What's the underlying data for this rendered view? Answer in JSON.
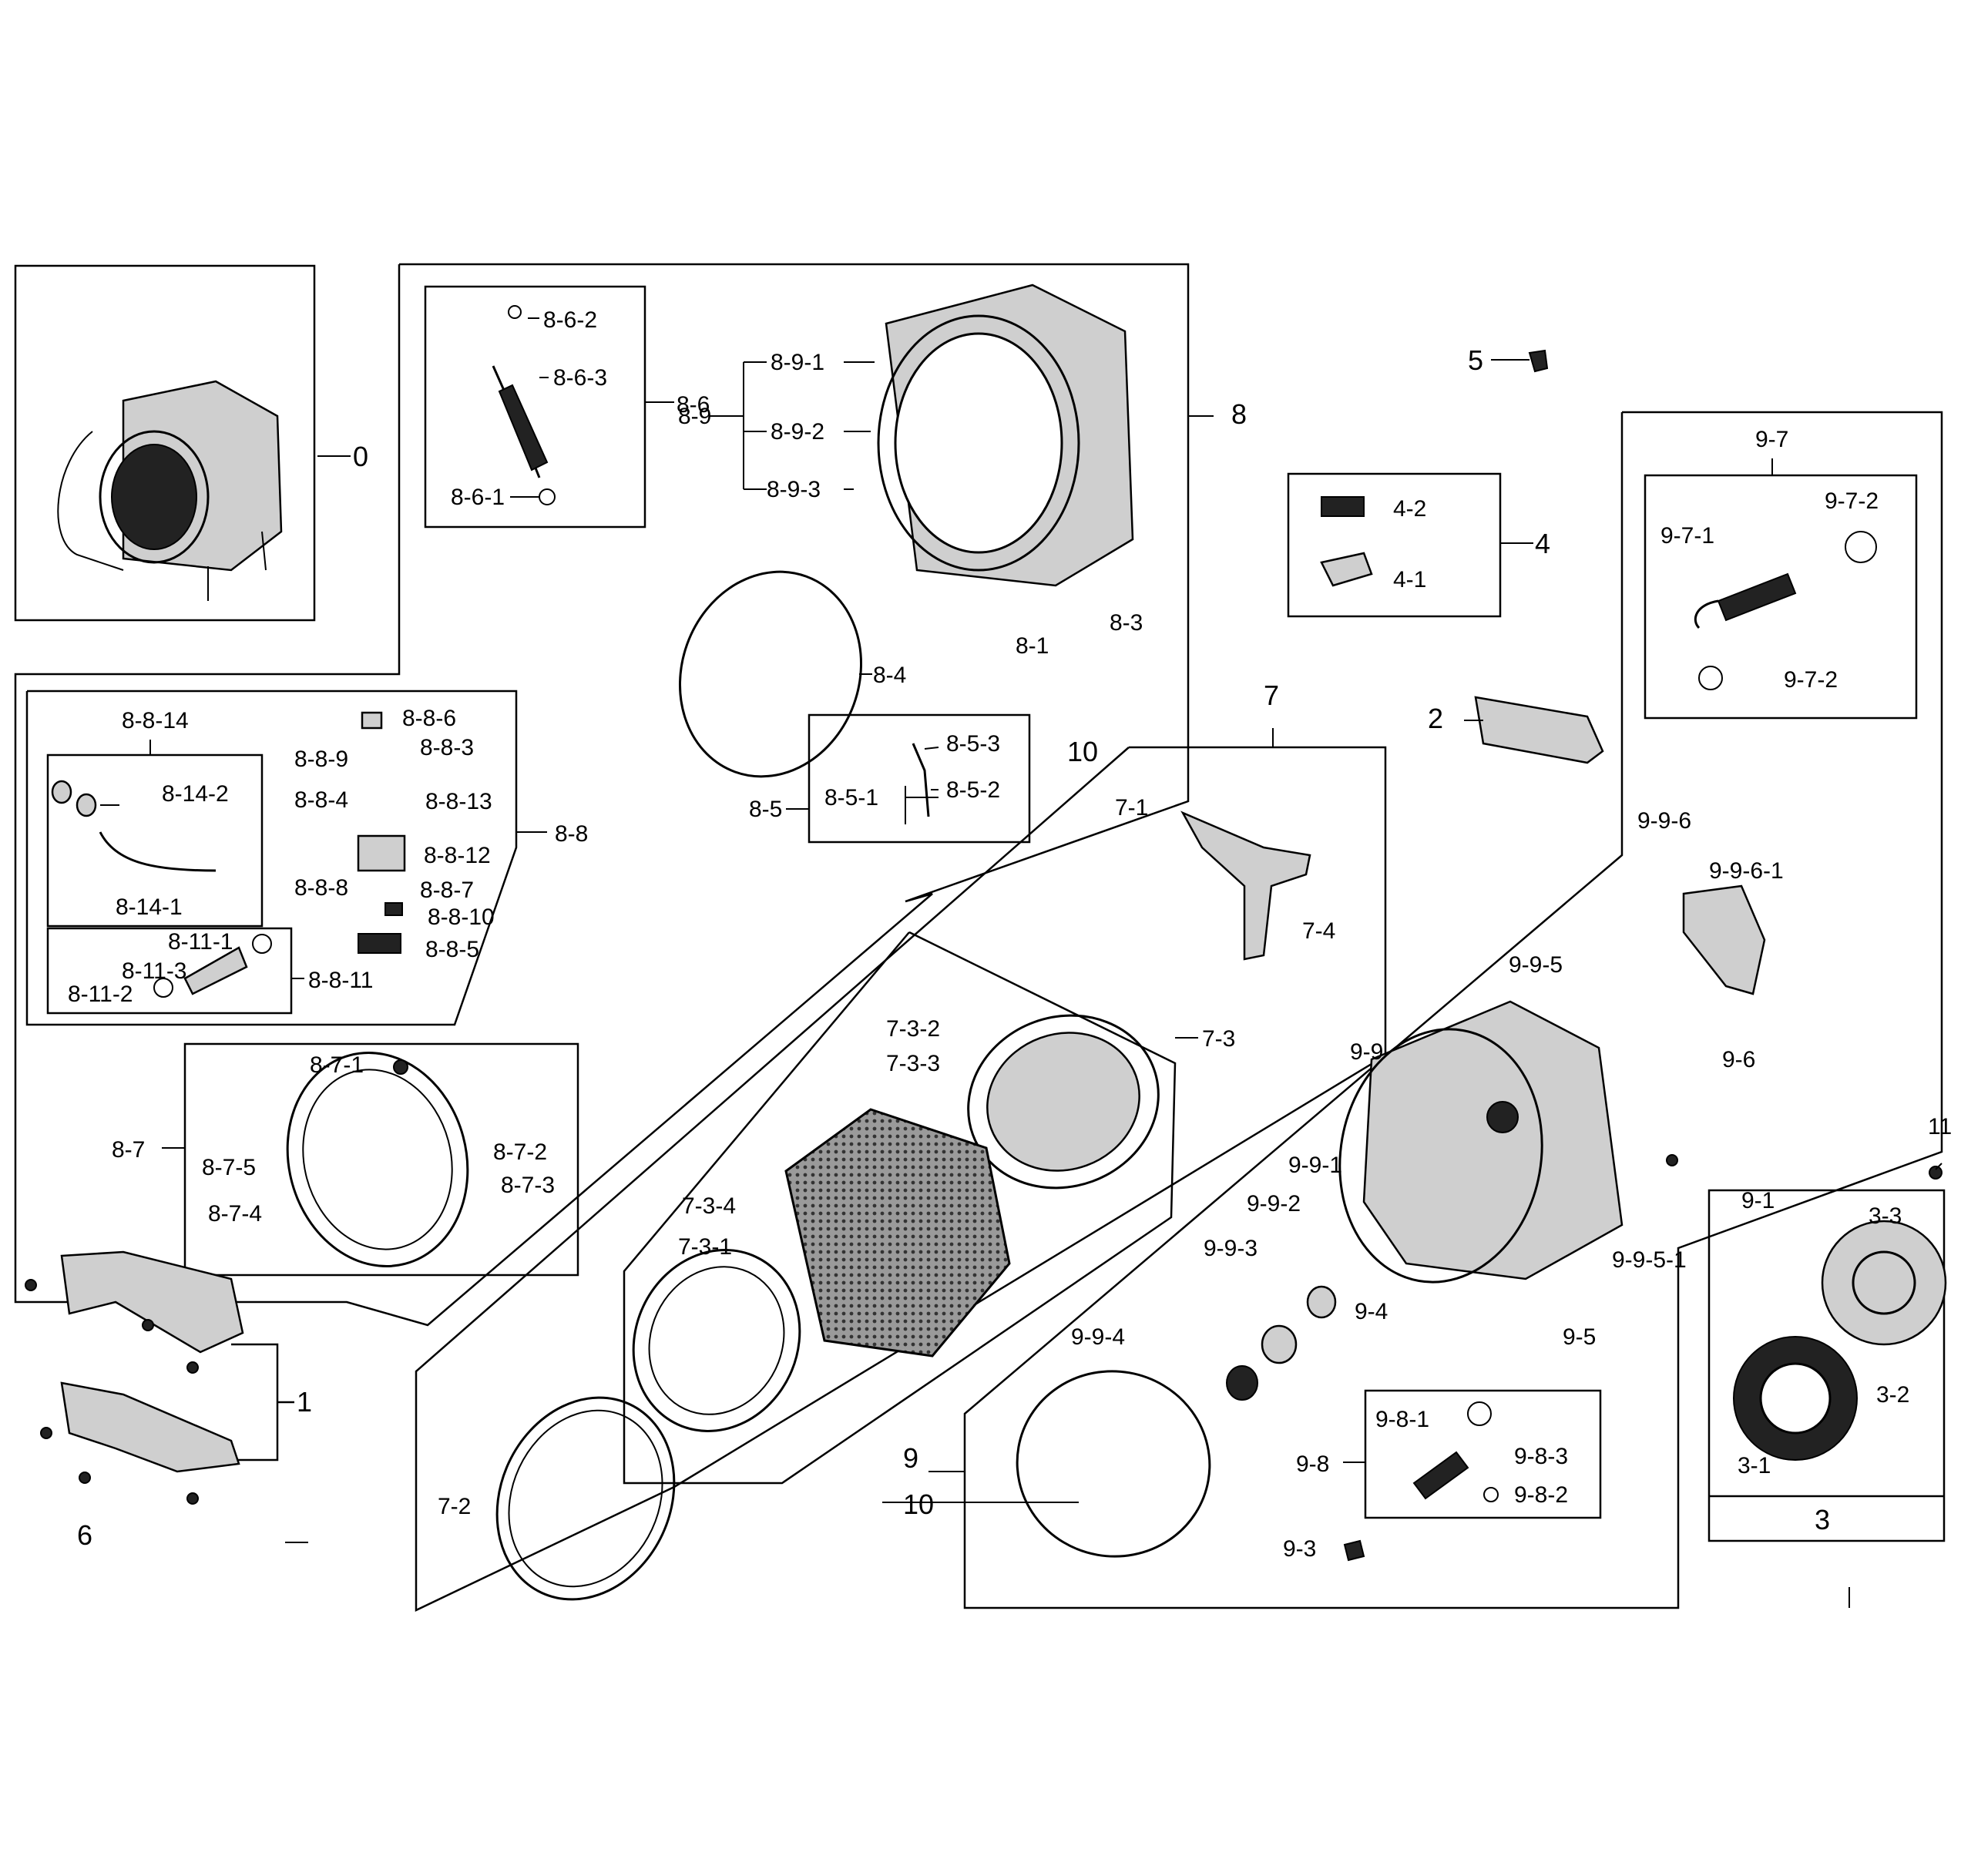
{
  "labels": {
    "l0": "0",
    "l1": "1",
    "l2": "2",
    "l3": "3",
    "l3_1": "3-1",
    "l3_2": "3-2",
    "l3_3": "3-3",
    "l4": "4",
    "l4_1": "4-1",
    "l4_2": "4-2",
    "l5": "5",
    "l6": "6",
    "l7": "7",
    "l7_1": "7-1",
    "l7_2": "7-2",
    "l7_3": "7-3",
    "l7_3_1": "7-3-1",
    "l7_3_2": "7-3-2",
    "l7_3_3": "7-3-3",
    "l7_3_4": "7-3-4",
    "l7_4": "7-4",
    "l8": "8",
    "l8_1": "8-1",
    "l8_3": "8-3",
    "l8_4": "8-4",
    "l8_5": "8-5",
    "l8_5_1": "8-5-1",
    "l8_5_2": "8-5-2",
    "l8_5_3": "8-5-3",
    "l8_6": "8-6",
    "l8_6_1": "8-6-1",
    "l8_6_2": "8-6-2",
    "l8_6_3": "8-6-3",
    "l8_7": "8-7",
    "l8_7_1": "8-7-1",
    "l8_7_2": "8-7-2",
    "l8_7_3": "8-7-3",
    "l8_7_4": "8-7-4",
    "l8_7_5": "8-7-5",
    "l8_8": "8-8",
    "l8_8_3": "8-8-3",
    "l8_8_4": "8-8-4",
    "l8_8_5": "8-8-5",
    "l8_8_6": "8-8-6",
    "l8_8_7": "8-8-7",
    "l8_8_8": "8-8-8",
    "l8_8_9": "8-8-9",
    "l8_8_10": "8-8-10",
    "l8_8_11": "8-8-11",
    "l8_8_12": "8-8-12",
    "l8_8_13": "8-8-13",
    "l8_8_14": "8-8-14",
    "l8_14_1": "8-14-1",
    "l8_14_2": "8-14-2",
    "l8_11_1": "8-11-1",
    "l8_11_2": "8-11-2",
    "l8_11_3": "8-11-3",
    "l8_9": "8-9",
    "l8_9_1": "8-9-1",
    "l8_9_2": "8-9-2",
    "l8_9_3": "8-9-3",
    "l9": "9",
    "l9_1": "9-1",
    "l9_3": "9-3",
    "l9_4": "9-4",
    "l9_5": "9-5",
    "l9_6": "9-6",
    "l9_7": "9-7",
    "l9_7_1": "9-7-1",
    "l9_7_2a": "9-7-2",
    "l9_7_2b": "9-7-2",
    "l9_8": "9-8",
    "l9_8_1": "9-8-1",
    "l9_8_2": "9-8-2",
    "l9_8_3": "9-8-3",
    "l9_9": "9-9",
    "l9_9_1": "9-9-1",
    "l9_9_2": "9-9-2",
    "l9_9_3": "9-9-3",
    "l9_9_4": "9-9-4",
    "l9_9_5": "9-9-5",
    "l9_9_5_1": "9-9-5-1",
    "l9_9_6": "9-9-6",
    "l9_9_6_1": "9-9-6-1",
    "l10a": "10",
    "l10b": "10",
    "l11": "11"
  }
}
